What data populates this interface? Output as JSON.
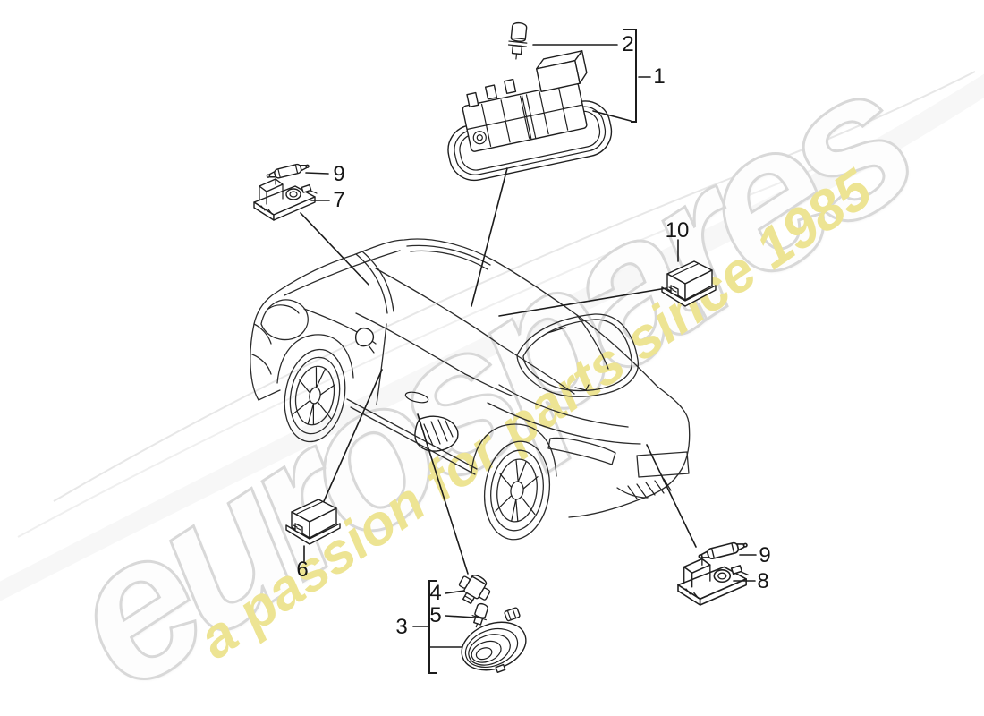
{
  "watermark": {
    "brand": "eurospares",
    "tagline": "a passion for parts since 1985",
    "brand_outline_color": "#d8d8d8",
    "tagline_color": "#ede493"
  },
  "diagram": {
    "line_color": "#1c1c1c",
    "callouts": [
      {
        "ref": "1"
      },
      {
        "ref": "2"
      },
      {
        "ref": "3"
      },
      {
        "ref": "4"
      },
      {
        "ref": "5"
      },
      {
        "ref": "6"
      },
      {
        "ref": "7"
      },
      {
        "ref": "8"
      },
      {
        "ref": "9"
      },
      {
        "ref": "9"
      },
      {
        "ref": "10"
      }
    ]
  }
}
